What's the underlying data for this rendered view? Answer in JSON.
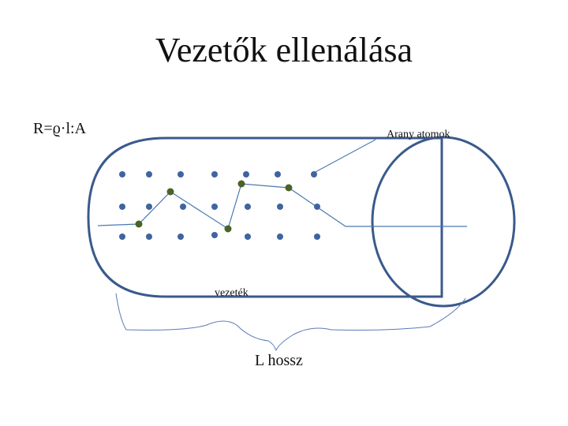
{
  "slide": {
    "title": "Vezetők ellenálása",
    "formula": "R=ϱ·l:A"
  },
  "labels": {
    "atoms": "Arany atomok",
    "wire": "vezeték",
    "length": "L hossz"
  },
  "colors": {
    "outline": "#3a5a8c",
    "atom_blue": "#3f64a0",
    "atom_green": "#4a6328",
    "path_line": "#4a78b0"
  }
}
